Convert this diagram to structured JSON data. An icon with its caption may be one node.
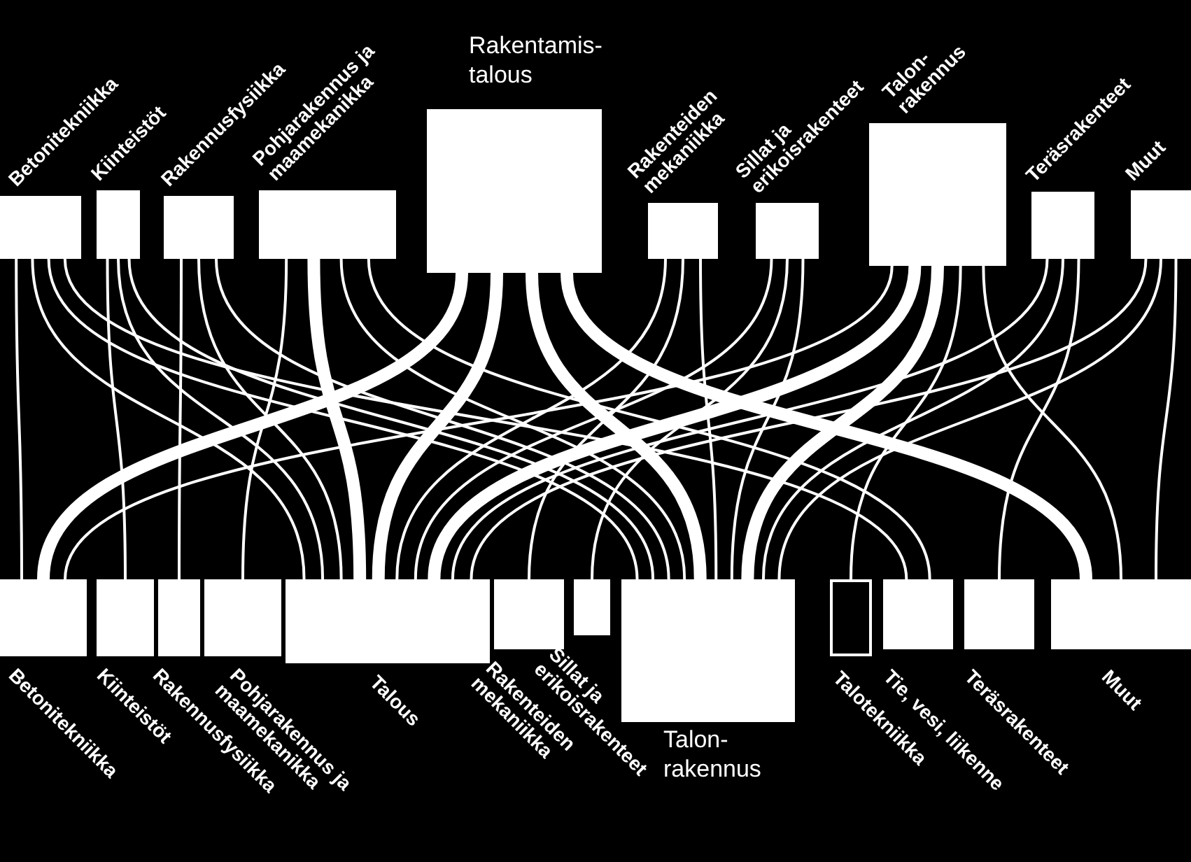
{
  "diagram": {
    "nodes": [
      {
        "text": [
          "Betonitekniikka"
        ]
      },
      {
        "text": [
          "Kiinteistöt"
        ]
      },
      {
        "text": [
          "Rakennusfysiikka"
        ]
      },
      {
        "text": [
          "Pohjarakennus ja maamekanikka"
        ]
      },
      {
        "text": [
          "Rakentamis- talous"
        ]
      },
      {
        "text": [
          "Rakenteiden mekaniikka"
        ]
      },
      {
        "text": [
          "Sillat ja erikoisrakenteet"
        ]
      },
      {
        "text": [
          "Talon- rakennus"
        ]
      },
      {
        "text": [
          "Teräsrakenteet"
        ]
      },
      {
        "text": [
          "Muut"
        ]
      },
      {
        "text": [
          "Betonitekniikka"
        ]
      },
      {
        "text": [
          "Kiinteistöt"
        ]
      },
      {
        "text": [
          "Rakennusfysiikka"
        ]
      },
      {
        "text": [
          "Pohjarakennus ja maamekanikka"
        ]
      },
      {
        "text": [
          "Talous"
        ]
      },
      {
        "text": [
          "Rakenteiden mekaniikka"
        ]
      },
      {
        "text": [
          "Sillat ja erikoisrakenteet"
        ]
      },
      {
        "text": [
          "Talon- rakennus"
        ]
      },
      {
        "text": [
          "Talotekniikka"
        ]
      },
      {
        "text": [
          "Tie, vesi, liikenne"
        ]
      },
      {
        "text": [
          "Teräsrakenteet"
        ]
      },
      {
        "text": [
          "Muut"
        ]
      }
    ],
    "edges": [
      {
        "from": 0,
        "to": 10,
        "arrow": "none"
      },
      {
        "from": 0,
        "to": 14,
        "arrow": "none"
      },
      {
        "from": 0,
        "to": 17,
        "arrow": "none"
      },
      {
        "from": 0,
        "to": 19,
        "arrow": "none"
      },
      {
        "from": 1,
        "to": 11,
        "arrow": "none"
      },
      {
        "from": 1,
        "to": 14,
        "arrow": "none"
      },
      {
        "from": 1,
        "to": 17,
        "arrow": "none"
      },
      {
        "from": 2,
        "to": 12,
        "arrow": "none"
      },
      {
        "from": 2,
        "to": 14,
        "arrow": "none"
      },
      {
        "from": 2,
        "to": 17,
        "arrow": "none"
      },
      {
        "from": 3,
        "to": 13,
        "arrow": "none"
      },
      {
        "from": 3,
        "to": 14,
        "arrow": "none",
        "style": "thick"
      },
      {
        "from": 3,
        "to": 17,
        "arrow": "none"
      },
      {
        "from": 3,
        "to": 19,
        "arrow": "none"
      },
      {
        "from": 4,
        "to": 10,
        "arrow": "none",
        "style": "thick"
      },
      {
        "from": 4,
        "to": 14,
        "arrow": "none",
        "style": "thick"
      },
      {
        "from": 4,
        "to": 17,
        "arrow": "none",
        "style": "thick"
      },
      {
        "from": 4,
        "to": 21,
        "arrow": "none",
        "style": "thick"
      },
      {
        "from": 5,
        "to": 15,
        "arrow": "none"
      },
      {
        "from": 5,
        "to": 14,
        "arrow": "none"
      },
      {
        "from": 5,
        "to": 17,
        "arrow": "none"
      },
      {
        "from": 6,
        "to": 16,
        "arrow": "none"
      },
      {
        "from": 6,
        "to": 14,
        "arrow": "none"
      },
      {
        "from": 6,
        "to": 17,
        "arrow": "none"
      },
      {
        "from": 7,
        "to": 10,
        "arrow": "none"
      },
      {
        "from": 7,
        "to": 14,
        "arrow": "none",
        "style": "thick"
      },
      {
        "from": 7,
        "to": 17,
        "arrow": "none",
        "style": "thick"
      },
      {
        "from": 7,
        "to": 18,
        "arrow": "none"
      },
      {
        "from": 7,
        "to": 21,
        "arrow": "none"
      },
      {
        "from": 8,
        "to": 20,
        "arrow": "none"
      },
      {
        "from": 8,
        "to": 14,
        "arrow": "none"
      },
      {
        "from": 8,
        "to": 17,
        "arrow": "none"
      },
      {
        "from": 9,
        "to": 21,
        "arrow": "none"
      },
      {
        "from": 9,
        "to": 14,
        "arrow": "none"
      },
      {
        "from": 9,
        "to": 17,
        "arrow": "none"
      }
    ]
  }
}
